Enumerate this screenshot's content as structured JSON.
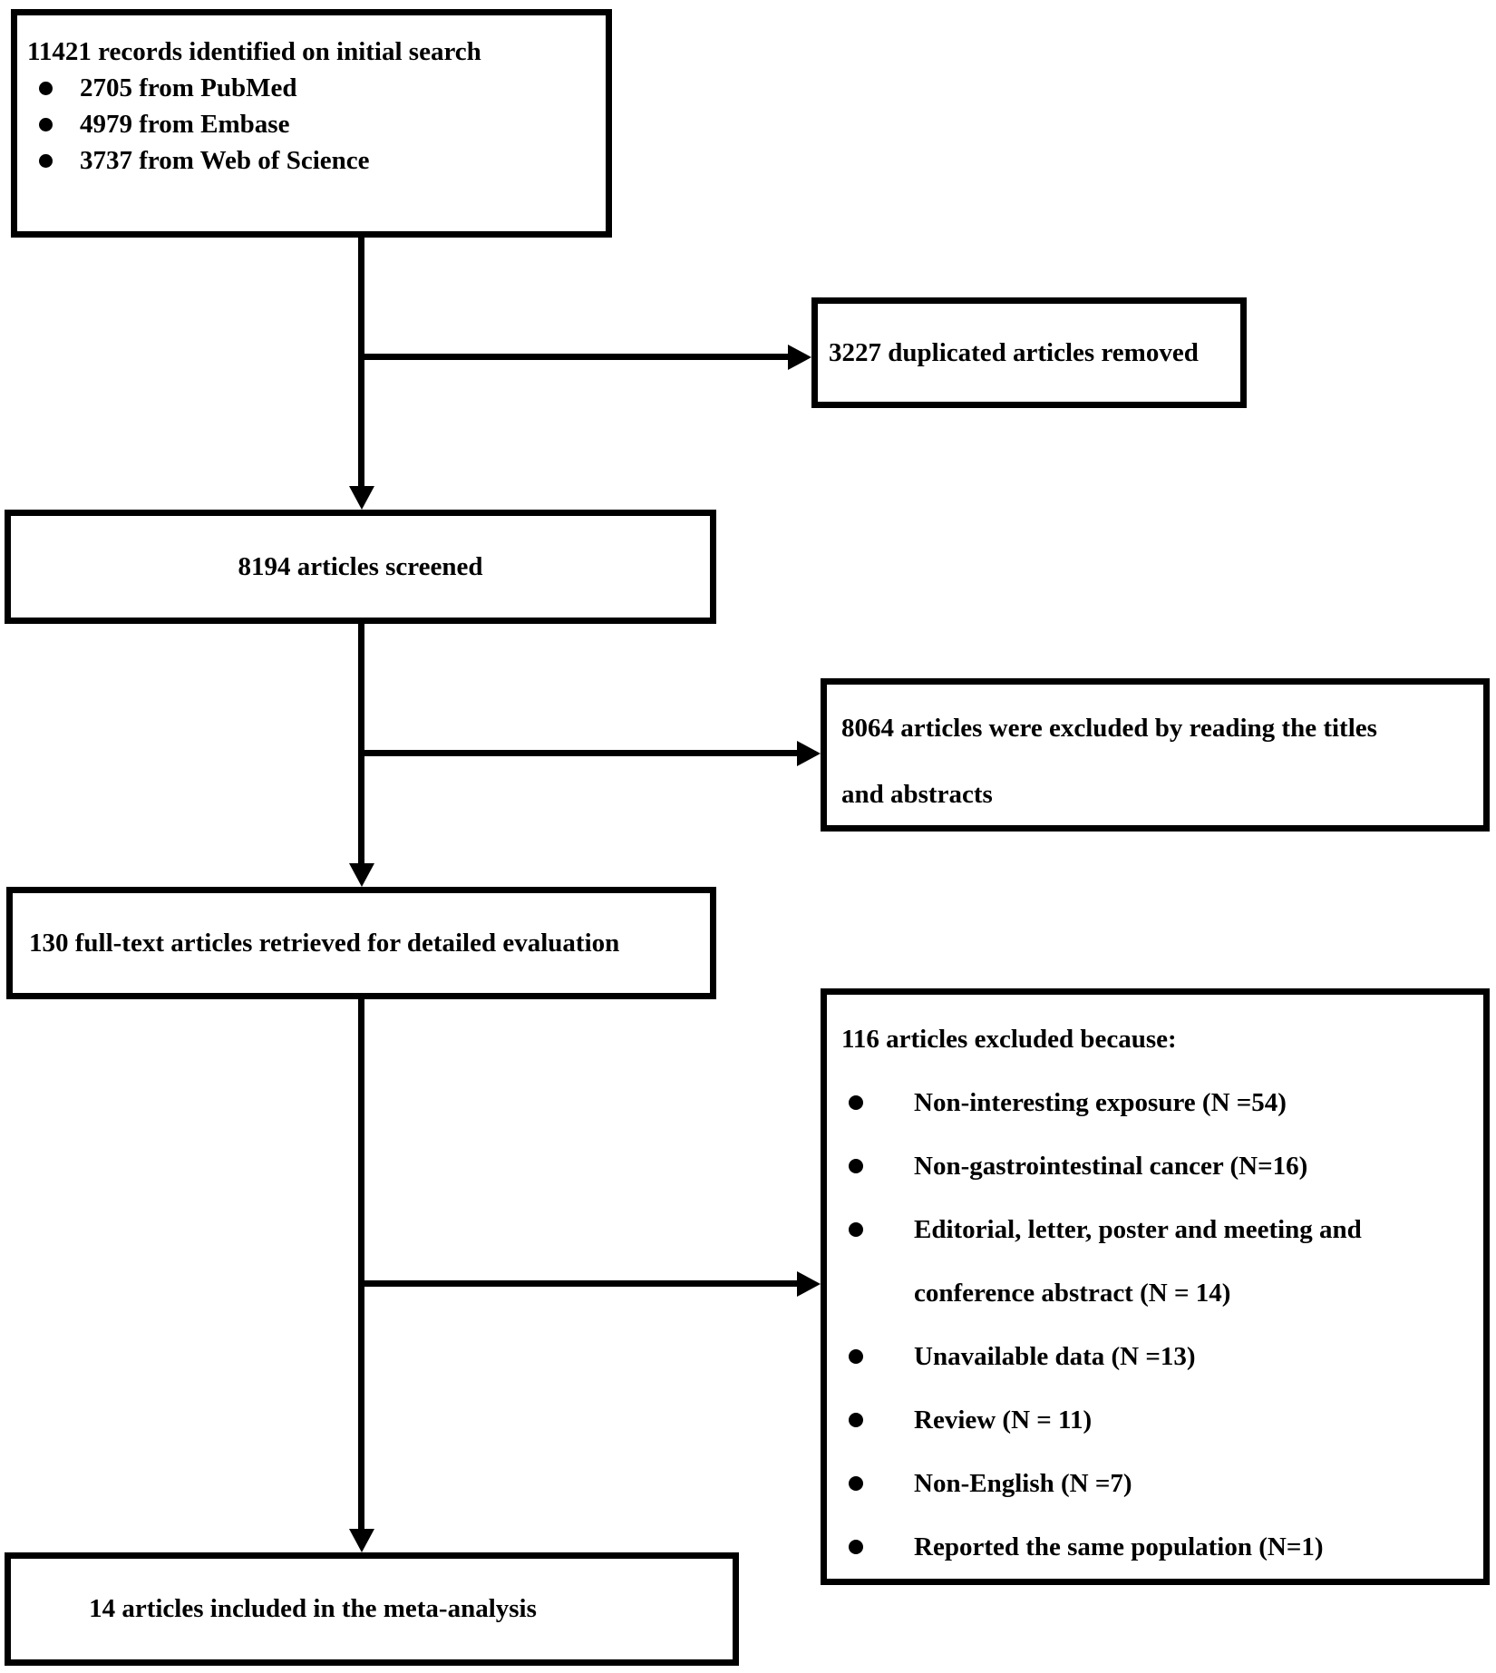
{
  "diagram": {
    "boxes": {
      "identification": {
        "title": "11421 records identified on initial search",
        "bullets": [
          "2705 from PubMed",
          "4979 from Embase",
          "3737 from Web of Science"
        ]
      },
      "duplicates_removed": {
        "text": "3227 duplicated articles removed"
      },
      "screened": {
        "text": "8194 articles screened"
      },
      "excluded_titles_abstracts": {
        "lines": [
          "8064 articles were excluded by reading the titles",
          "and abstracts"
        ]
      },
      "fulltext_retrieved": {
        "text": "130 full-text articles retrieved for detailed evaluation"
      },
      "excluded_fulltext": {
        "title": "116 articles excluded because:",
        "bullets": [
          [
            "Non-interesting exposure (N =54)"
          ],
          [
            "Non-gastrointestinal cancer (N=16)"
          ],
          [
            "Editorial, letter, poster and meeting and",
            "conference abstract (N = 14)"
          ],
          [
            "Unavailable data (N =13)"
          ],
          [
            "Review (N = 11)"
          ],
          [
            "Non-English (N =7)"
          ],
          [
            "Reported the same population (N=1)"
          ]
        ]
      },
      "included": {
        "text": "14 articles included in the meta-analysis"
      }
    },
    "colors": {
      "ink": "#000000",
      "background": "#ffffff"
    }
  }
}
